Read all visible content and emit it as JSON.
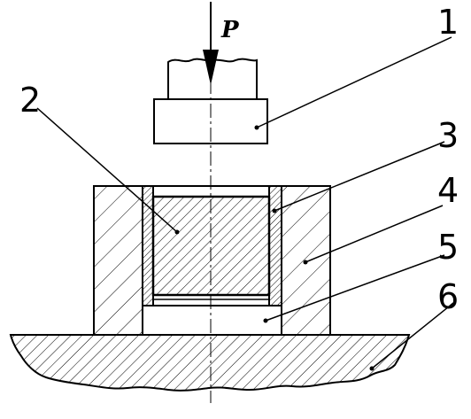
{
  "diagram": {
    "force_label": "P",
    "callouts": [
      {
        "id": "1",
        "text": "1"
      },
      {
        "id": "2",
        "text": "2"
      },
      {
        "id": "3",
        "text": "3"
      },
      {
        "id": "4",
        "text": "4"
      },
      {
        "id": "5",
        "text": "5"
      },
      {
        "id": "6",
        "text": "6"
      }
    ]
  }
}
